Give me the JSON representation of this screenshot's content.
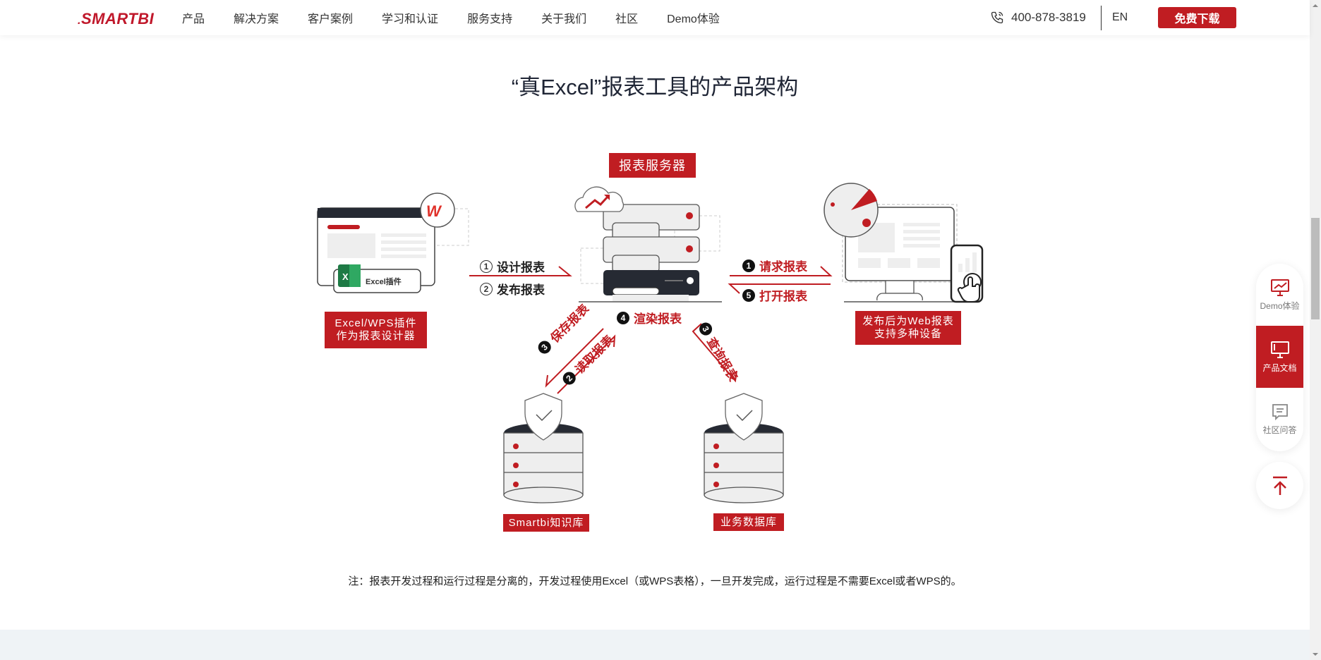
{
  "header": {
    "logo": "SMARTBI",
    "nav": [
      "产品",
      "解决方案",
      "客户案例",
      "学习和认证",
      "服务支持",
      "关于我们",
      "社区",
      "Demo体验"
    ],
    "phone": "400-878-3819",
    "lang": "EN",
    "download_label": "免费下载"
  },
  "section": {
    "title": "“真Excel”报表工具的产品架构"
  },
  "diagram": {
    "server_label": "报表服务器",
    "designer_label_line1": "Excel/WPS插件",
    "designer_label_line2": "作为报表设计器",
    "excel_plugin_label": "Excel插件",
    "web_label_line1": "发布后为Web报表",
    "web_label_line2": "支持多种设备",
    "kb_label": "Smartbi知识库",
    "db_label": "业务数据库",
    "steps": {
      "design": {
        "num": "1",
        "text": "设计报表"
      },
      "publish": {
        "num": "2",
        "text": "发布报表"
      },
      "request": {
        "num": "1",
        "text": "请求报表"
      },
      "open": {
        "num": "5",
        "text": "打开报表"
      },
      "render": {
        "num": "4",
        "text": "渲染报表"
      },
      "save": {
        "num": "3",
        "text": "保存报表"
      },
      "read": {
        "num": "2",
        "text": "读取报表"
      },
      "query": {
        "num": "3",
        "text": "查询报表"
      }
    }
  },
  "note": "注：报表开发过程和运行过程是分离的，开发过程使用Excel（或WPS表格），一旦开发完成，运行过程是不需要Excel或者WPS的。",
  "float_bar": {
    "items": [
      {
        "label": "Demo体验",
        "icon": "monitor-chart-icon"
      },
      {
        "label": "产品文档",
        "icon": "monitor-icon"
      },
      {
        "label": "社区问答",
        "icon": "chat-icon"
      }
    ],
    "back_to_top_icon": "arrow-up-icon"
  },
  "colors": {
    "brand_red": "#c01d22",
    "dark": "#262a33",
    "footer_bg": "#eff3f6"
  }
}
